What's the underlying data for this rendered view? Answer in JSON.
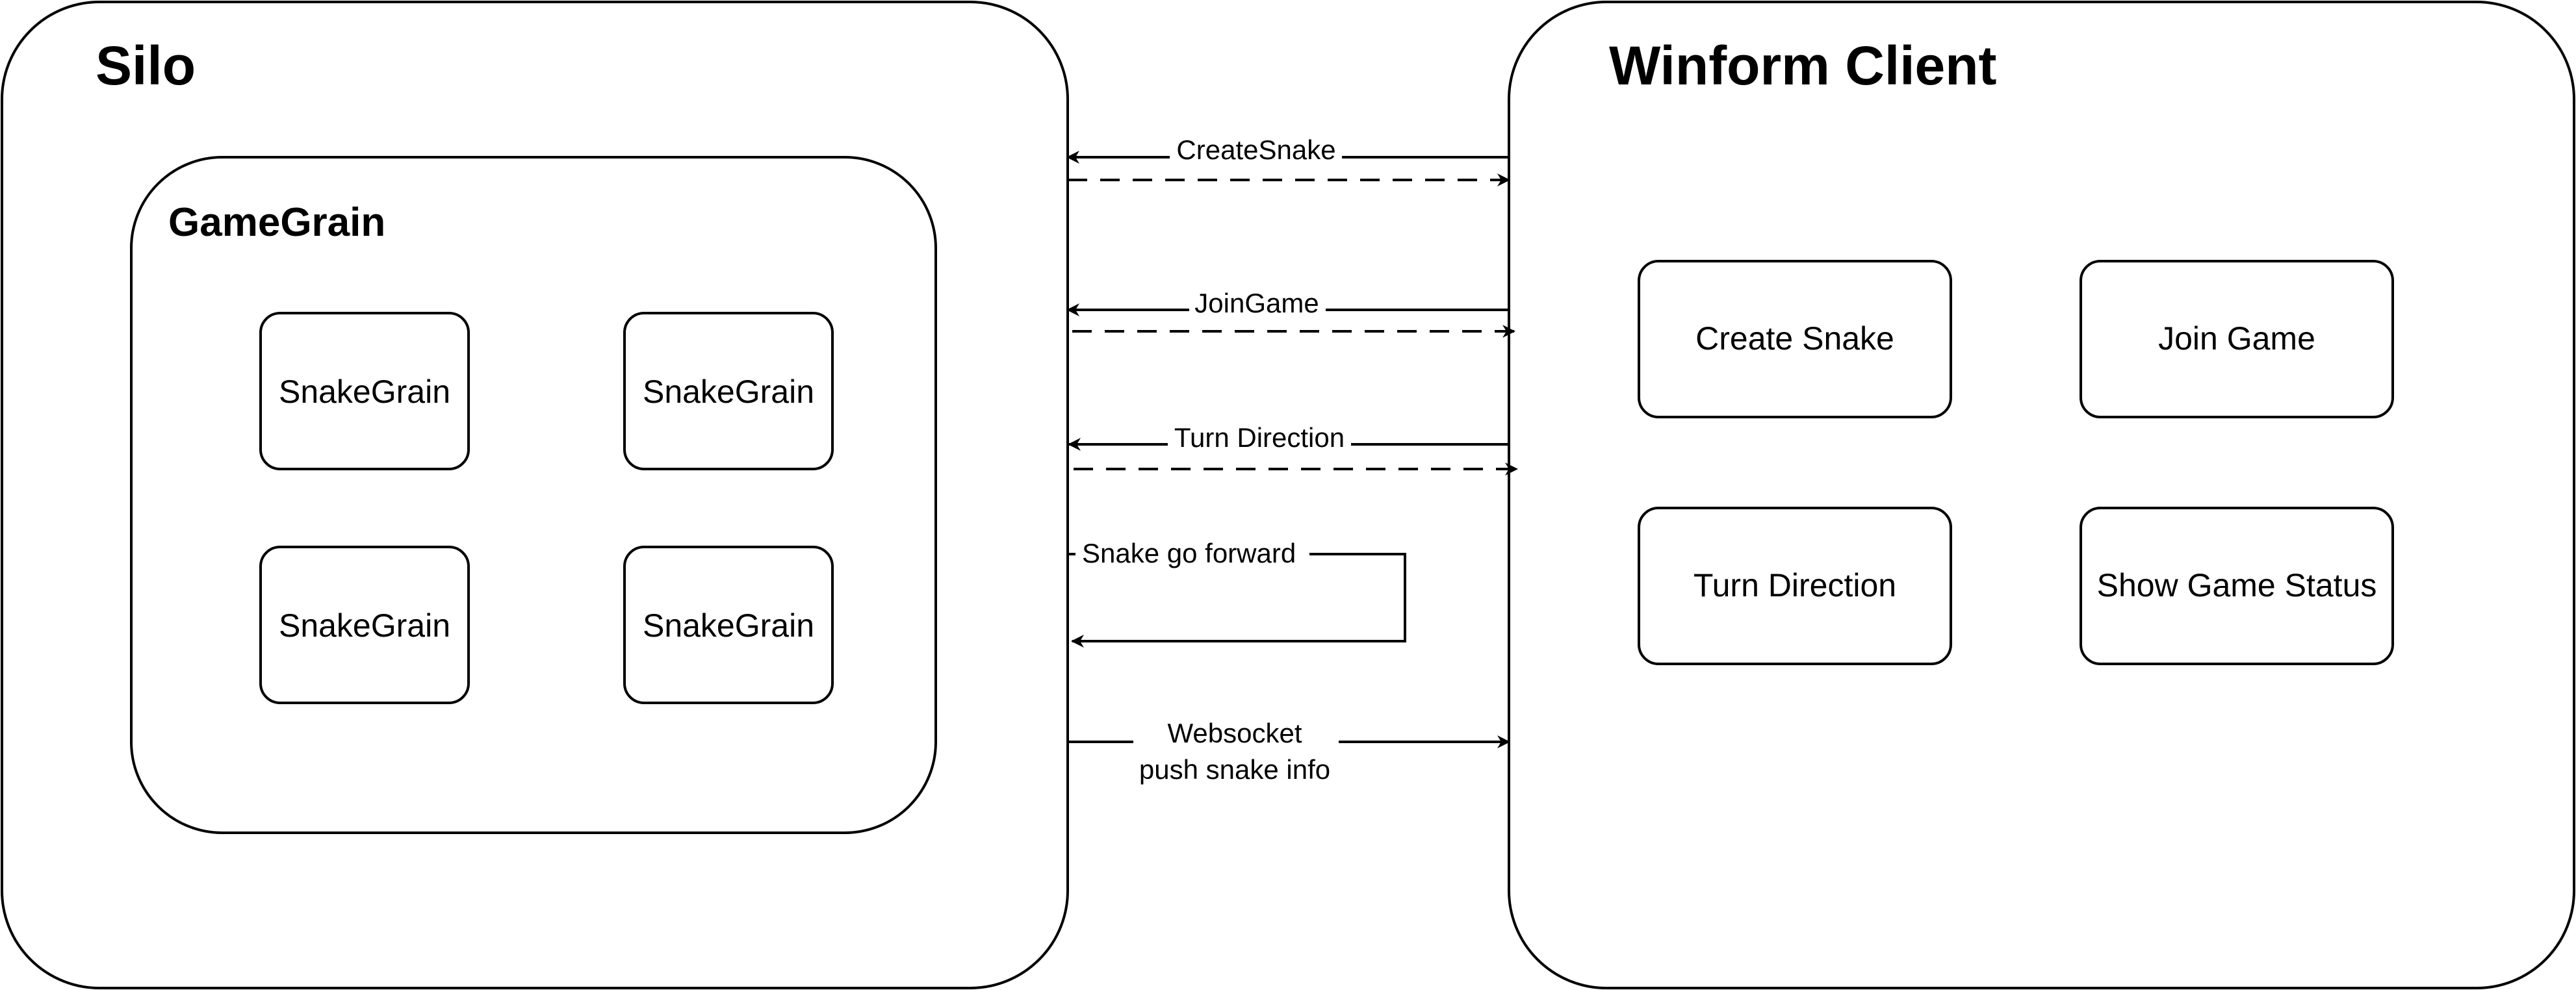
{
  "silo": {
    "title": "Silo",
    "game_grain": {
      "title": "GameGrain",
      "snake_grains": [
        "SnakeGrain",
        "SnakeGrain",
        "SnakeGrain",
        "SnakeGrain"
      ]
    }
  },
  "client": {
    "title": "Winform Client",
    "buttons": [
      "Create Snake",
      "Join Game",
      "Turn Direction",
      "Show Game Status"
    ]
  },
  "edges": {
    "create_snake": "CreateSnake",
    "join_game": "JoinGame",
    "turn_direction": "Turn Direction",
    "snake_forward": "Snake go forward",
    "websocket_line1": "Websocket",
    "websocket_line2": "push snake info"
  }
}
